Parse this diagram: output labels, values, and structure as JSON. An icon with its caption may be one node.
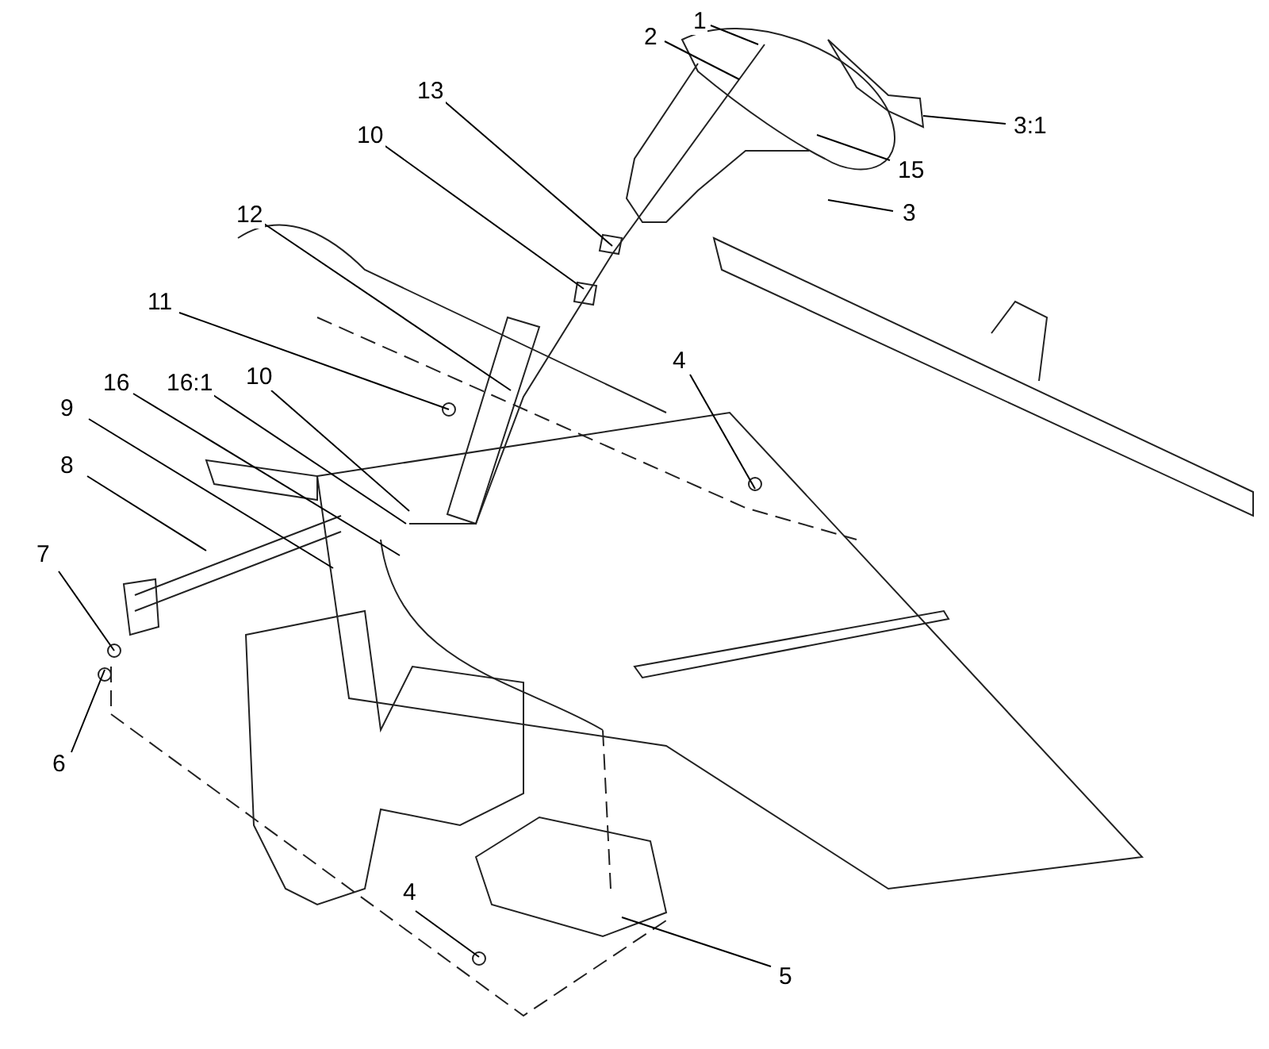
{
  "diagram": {
    "nodes": [
      {
        "text": [
          "1"
        ]
      },
      {
        "text": [
          "2"
        ]
      },
      {
        "text": [
          "13"
        ]
      },
      {
        "text": [
          "3:1"
        ]
      },
      {
        "text": [
          "10"
        ]
      },
      {
        "text": [
          "15"
        ]
      },
      {
        "text": [
          "3"
        ]
      },
      {
        "text": [
          "12"
        ]
      },
      {
        "text": [
          "11"
        ]
      },
      {
        "text": [
          "4"
        ]
      },
      {
        "text": [
          "16:1"
        ]
      },
      {
        "text": [
          "10"
        ]
      },
      {
        "text": [
          "16"
        ]
      },
      {
        "text": [
          "9"
        ]
      },
      {
        "text": [
          "8"
        ]
      },
      {
        "text": [
          "7"
        ]
      },
      {
        "text": [
          "6"
        ]
      },
      {
        "text": [
          "4"
        ]
      },
      {
        "text": [
          "5"
        ]
      }
    ],
    "edges": [
      {
        "from": 0,
        "to": null,
        "arrow": "none"
      },
      {
        "from": 1,
        "to": null,
        "arrow": "none"
      },
      {
        "from": 2,
        "to": null,
        "arrow": "none"
      },
      {
        "from": 3,
        "to": null,
        "arrow": "none"
      },
      {
        "from": 4,
        "to": null,
        "arrow": "none"
      },
      {
        "from": 5,
        "to": null,
        "arrow": "none"
      },
      {
        "from": 6,
        "to": null,
        "arrow": "none"
      },
      {
        "from": 7,
        "to": null,
        "arrow": "none"
      },
      {
        "from": 8,
        "to": null,
        "arrow": "none"
      },
      {
        "from": 9,
        "to": null,
        "arrow": "none"
      },
      {
        "from": 10,
        "to": null,
        "arrow": "none"
      },
      {
        "from": 11,
        "to": null,
        "arrow": "none"
      },
      {
        "from": 12,
        "to": null,
        "arrow": "none"
      },
      {
        "from": 13,
        "to": null,
        "arrow": "none"
      },
      {
        "from": 14,
        "to": null,
        "arrow": "none"
      },
      {
        "from": 15,
        "to": null,
        "arrow": "none"
      },
      {
        "from": 16,
        "to": null,
        "arrow": "none"
      },
      {
        "from": 17,
        "to": null,
        "arrow": "none"
      },
      {
        "from": 18,
        "to": null,
        "arrow": "none"
      }
    ]
  }
}
